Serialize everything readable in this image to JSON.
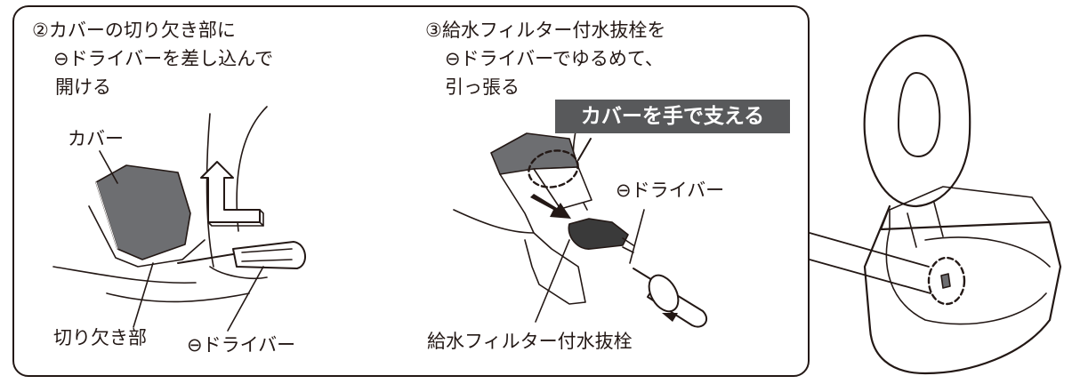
{
  "step2": {
    "line1": "②カバーの切り欠き部に",
    "line2": "⊖ドライバーを差し込んで",
    "line3": "開ける",
    "label_cover": "カバー",
    "label_notch": "切り欠き部",
    "label_driver": "⊖ドライバー"
  },
  "step3": {
    "line1": "③給水フィルター付水抜栓を",
    "line2": "⊖ドライバーでゆるめて、",
    "line3": "引っ張る",
    "callout": "カバーを手で支える",
    "label_driver": "⊖ドライバー",
    "label_plug": "給水フィルター付水抜栓"
  },
  "colors": {
    "ink": "#231815",
    "cover_gray": "#6d6e71",
    "callout_bg": "#58595b"
  }
}
